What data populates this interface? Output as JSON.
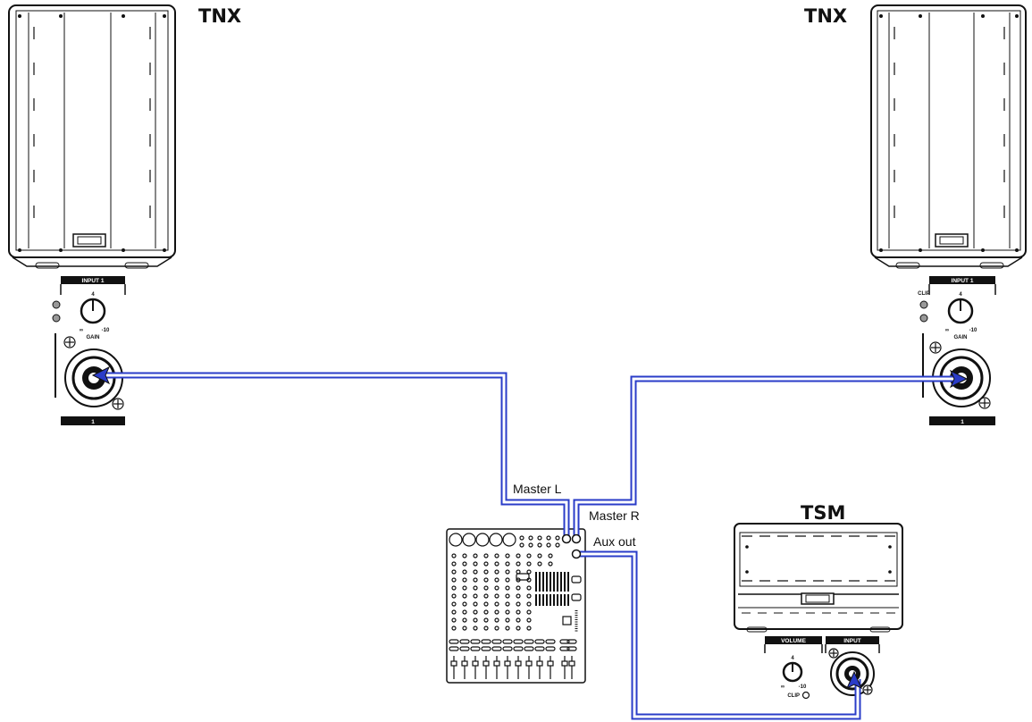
{
  "brands": {
    "speaker_left": "TNX",
    "speaker_right": "TNX",
    "monitor": "TSM"
  },
  "panel_left": {
    "input_tab": "INPUT 1",
    "gain_label": "GAIN",
    "gain_mid": "4",
    "gain_min": "∞",
    "gain_max": "-10",
    "channel_label": "1"
  },
  "panel_right": {
    "input_tab": "INPUT 1",
    "clip_label": "CLIP",
    "gain_label": "GAIN",
    "gain_mid": "4",
    "gain_min": "∞",
    "gain_max": "-10",
    "channel_label": "1"
  },
  "monitor_panel": {
    "volume_tab": "VOLUME",
    "input_tab": "INPUT",
    "vol_mid": "4",
    "vol_min": "∞",
    "vol_max": "-10",
    "clip_label": "CLIP"
  },
  "connections": {
    "master_l": "Master L",
    "master_r": "Master R",
    "aux_out": "Aux out"
  },
  "colors": {
    "cable": "#2a3cc8",
    "line": "#111111"
  }
}
